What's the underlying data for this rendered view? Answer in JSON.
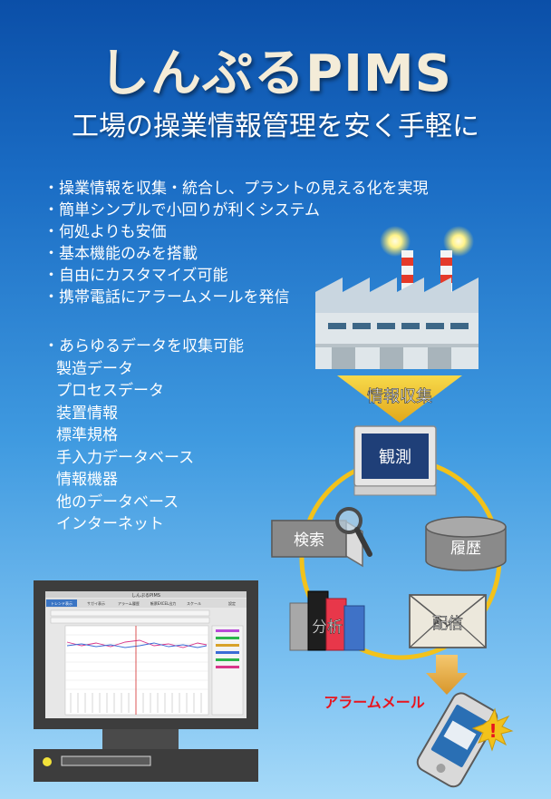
{
  "header": {
    "title": "しんぷるPIMS",
    "subtitle": "工場の操業情報管理を安く手軽に"
  },
  "features": [
    "・操業情報を収集・統合し、プラントの見える化を実現",
    "・簡単シンプルで小回りが利くシステム",
    "・何処よりも安価",
    "・基本機能のみを搭載",
    "・自由にカスタマイズ可能",
    "・携帯電話にアラームメールを発信"
  ],
  "collect": {
    "heading": "・あらゆるデータを収集可能",
    "items": [
      "製造データ",
      "プロセスデータ",
      "装置情報",
      "標準規格",
      "手入力データベース",
      "情報機器",
      "他のデータベース",
      "インターネット"
    ]
  },
  "diagram": {
    "collect_label": "情報収集",
    "observe_label": "観測",
    "search_label": "検索",
    "history_label": "履歴",
    "analysis_label": "分析",
    "delivery_label": "配信",
    "alarm_label": "アラームメール",
    "alarm_color": "#e8141e",
    "accent_yellow": "#f2c21b"
  },
  "monitor": {
    "app_title": "しんぷるPIMS",
    "tabs": [
      "トレンド表示",
      "サガイ表示",
      "アラーム履歴",
      "帳票EXCEL出力",
      "スケール",
      "設定"
    ]
  }
}
